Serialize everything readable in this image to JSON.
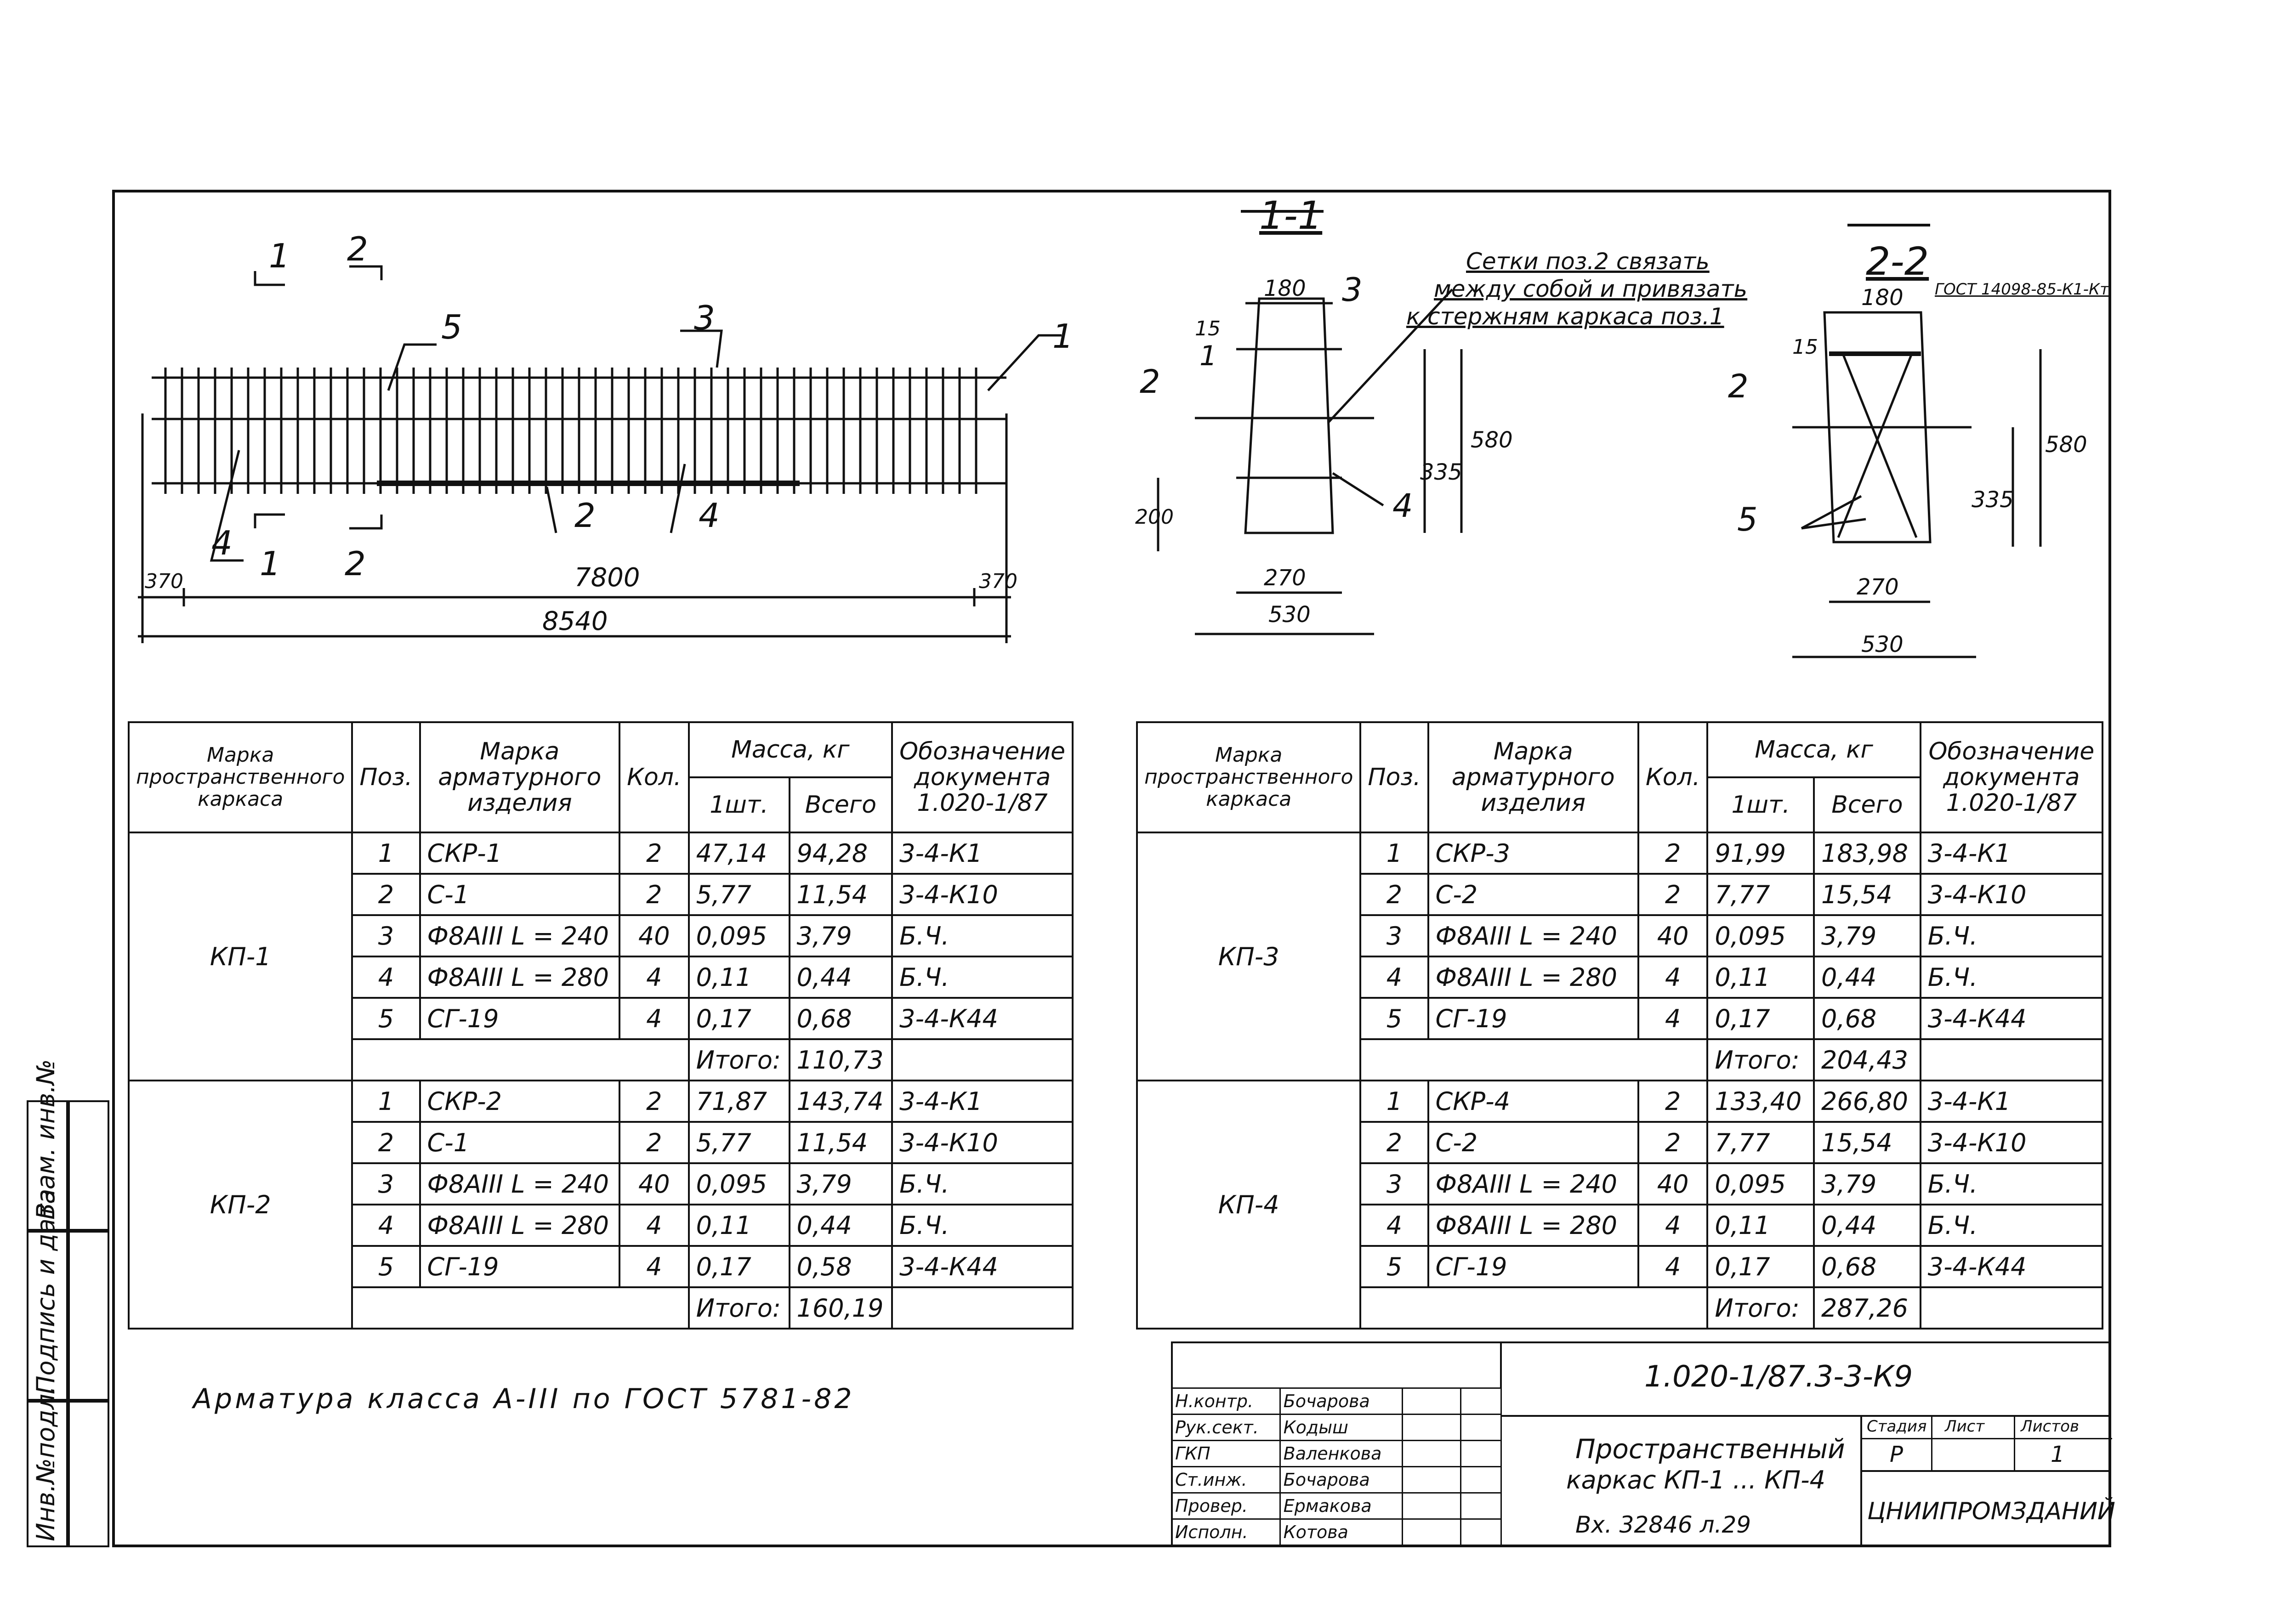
{
  "plan": {
    "section_marks": [
      "1",
      "2",
      "1",
      "2"
    ],
    "positions": [
      "5",
      "3",
      "1",
      "4",
      "2",
      "4"
    ],
    "dims": [
      "370",
      "7800",
      "370",
      "8540"
    ]
  },
  "section_1_1": {
    "title": "1-1",
    "note": [
      "Сетки поз.2 связать",
      "между собой и привязать",
      "к стержням каркаса поз.1"
    ],
    "positions": [
      "3",
      "2",
      "1",
      "4"
    ],
    "dims": [
      "180",
      "15",
      "580",
      "335",
      "200",
      "270",
      "530"
    ]
  },
  "section_2_2": {
    "title": "2-2",
    "gost": "ГОСТ 14098-85-К1-Кт",
    "positions": [
      "2",
      "5"
    ],
    "dims": [
      "180",
      "15",
      "580",
      "335",
      "270",
      "530"
    ]
  },
  "table_headers": {
    "mark_frame": "Марка пространственного каркаса",
    "pos": "Поз.",
    "mark_item": "Марка арматурного изделия",
    "qty": "Кол.",
    "mass": "Масса, кг",
    "per_unit": "1шт.",
    "total": "Всего",
    "doc": "Обозначение документа 1.020-1/87"
  },
  "table_left": {
    "groups": [
      {
        "frame": "КП-1",
        "rows": [
          {
            "pos": "1",
            "item": "СКР-1",
            "qty": "2",
            "unit": "47,14",
            "total": "94,28",
            "doc": "3-4-К1"
          },
          {
            "pos": "2",
            "item": "С-1",
            "qty": "2",
            "unit": "5,77",
            "total": "11,54",
            "doc": "3-4-К10"
          },
          {
            "pos": "3",
            "item": "Ф8АIII  L = 240",
            "qty": "40",
            "unit": "0,095",
            "total": "3,79",
            "doc": "Б.Ч."
          },
          {
            "pos": "4",
            "item": "Ф8АIII  L = 280",
            "qty": "4",
            "unit": "0,11",
            "total": "0,44",
            "doc": "Б.Ч."
          },
          {
            "pos": "5",
            "item": "СГ-19",
            "qty": "4",
            "unit": "0,17",
            "total": "0,68",
            "doc": "3-4-К44"
          }
        ],
        "sum_label": "Итого:",
        "sum": "110,73"
      },
      {
        "frame": "КП-2",
        "rows": [
          {
            "pos": "1",
            "item": "СКР-2",
            "qty": "2",
            "unit": "71,87",
            "total": "143,74",
            "doc": "3-4-К1"
          },
          {
            "pos": "2",
            "item": "С-1",
            "qty": "2",
            "unit": "5,77",
            "total": "11,54",
            "doc": "3-4-К10"
          },
          {
            "pos": "3",
            "item": "Ф8АIII  L = 240",
            "qty": "40",
            "unit": "0,095",
            "total": "3,79",
            "doc": "Б.Ч."
          },
          {
            "pos": "4",
            "item": "Ф8АIII  L = 280",
            "qty": "4",
            "unit": "0,11",
            "total": "0,44",
            "doc": "Б.Ч."
          },
          {
            "pos": "5",
            "item": "СГ-19",
            "qty": "4",
            "unit": "0,17",
            "total": "0,58",
            "doc": "3-4-К44"
          }
        ],
        "sum_label": "Итого:",
        "sum": "160,19"
      }
    ]
  },
  "table_right": {
    "groups": [
      {
        "frame": "КП-3",
        "rows": [
          {
            "pos": "1",
            "item": "СКР-3",
            "qty": "2",
            "unit": "91,99",
            "total": "183,98",
            "doc": "3-4-К1"
          },
          {
            "pos": "2",
            "item": "С-2",
            "qty": "2",
            "unit": "7,77",
            "total": "15,54",
            "doc": "3-4-К10"
          },
          {
            "pos": "3",
            "item": "Ф8АIII  L = 240",
            "qty": "40",
            "unit": "0,095",
            "total": "3,79",
            "doc": "Б.Ч."
          },
          {
            "pos": "4",
            "item": "Ф8АIII  L = 280",
            "qty": "4",
            "unit": "0,11",
            "total": "0,44",
            "doc": "Б.Ч."
          },
          {
            "pos": "5",
            "item": "СГ-19",
            "qty": "4",
            "unit": "0,17",
            "total": "0,68",
            "doc": "3-4-К44"
          }
        ],
        "sum_label": "Итого:",
        "sum": "204,43"
      },
      {
        "frame": "КП-4",
        "rows": [
          {
            "pos": "1",
            "item": "СКР-4",
            "qty": "2",
            "unit": "133,40",
            "total": "266,80",
            "doc": "3-4-К1"
          },
          {
            "pos": "2",
            "item": "С-2",
            "qty": "2",
            "unit": "7,77",
            "total": "15,54",
            "doc": "3-4-К10"
          },
          {
            "pos": "3",
            "item": "Ф8АIII  L = 240",
            "qty": "40",
            "unit": "0,095",
            "total": "3,79",
            "doc": "Б.Ч."
          },
          {
            "pos": "4",
            "item": "Ф8АIII  L = 280",
            "qty": "4",
            "unit": "0,11",
            "total": "0,44",
            "doc": "Б.Ч."
          },
          {
            "pos": "5",
            "item": "СГ-19",
            "qty": "4",
            "unit": "0,17",
            "total": "0,68",
            "doc": "3-4-К44"
          }
        ],
        "sum_label": "Итого:",
        "sum": "287,26"
      }
    ]
  },
  "note": "Арматура класса А-III по ГОСТ 5781-82",
  "title_block": {
    "code": "1.020-1/87.3-3-К9",
    "roles": [
      {
        "role": "Н.контр.",
        "name": "Бочарова"
      },
      {
        "role": "Рук.сект.",
        "name": "Кодыш"
      },
      {
        "role": "ГКП",
        "name": "Валенкова"
      },
      {
        "role": "Ст.инж.",
        "name": "Бочарова"
      },
      {
        "role": "Провер.",
        "name": "Ермакова"
      },
      {
        "role": "Исполн.",
        "name": "Котова"
      }
    ],
    "title": [
      "Пространственный",
      "каркас КП-1 ... КП-4"
    ],
    "registry": "Вх. 32846 л.29",
    "stage_label": "Стадия",
    "sheet_label": "Лист",
    "sheets_label": "Листов",
    "stage": "Р",
    "sheet": "1",
    "organization": "ЦНИИПРОМЗДАНИЙ"
  },
  "sidebar": {
    "inv": "Инв.№подл.",
    "sign": "Подпись и дата",
    "replace": "Взам. инв.№"
  }
}
